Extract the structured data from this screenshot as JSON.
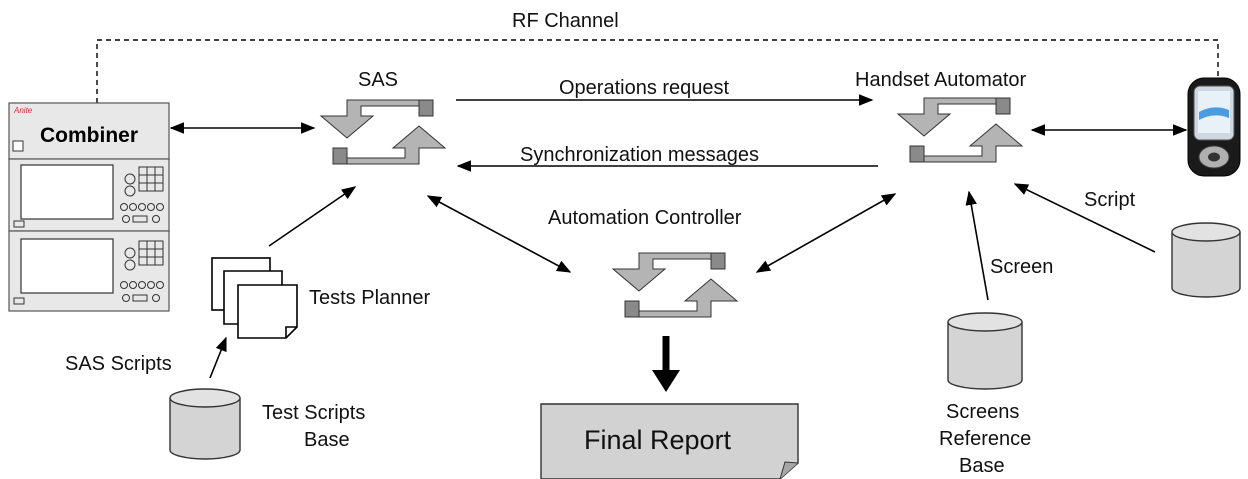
{
  "rf_channel": "RF Channel",
  "sas": "SAS",
  "handset_automator": "Handset Automator",
  "operations_request": "Operations request",
  "synchronization_messages": "Synchronization messages",
  "automation_controller": "Automation Controller",
  "combiner": "Combiner",
  "tests_planner": "Tests Planner",
  "sas_scripts": "SAS Scripts",
  "test_scripts_base": [
    "Test Scripts",
    "Base"
  ],
  "final_report": "Final Report",
  "screen": "Screen",
  "script": "Script",
  "screens_reference_base": [
    "Screens",
    "Reference",
    "Base"
  ],
  "colors": {
    "arrow_fill": "#b4b4b4",
    "arrow_shade": "#8a8a8a",
    "cylinder_fill": "#d4d4d4",
    "report_fill": "#d2d2d2",
    "equipment_fill": "#e8e8e8",
    "phone_body": "#1a1a1a",
    "phone_screen": "#4a9be0"
  }
}
